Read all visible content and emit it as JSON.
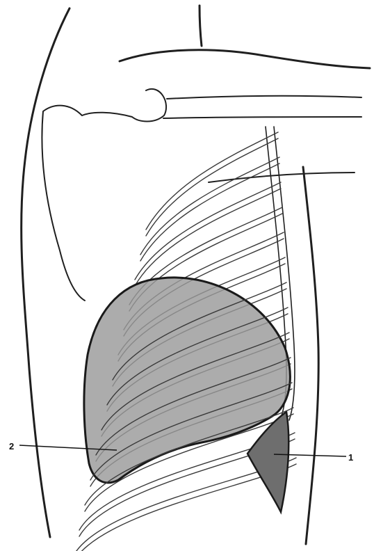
{
  "figure": {
    "labels": [
      {
        "id": "label-1",
        "text": "1"
      },
      {
        "id": "label-2",
        "text": "2"
      }
    ]
  },
  "colors": {
    "line": "#1f1f1f",
    "organ_fill": "#9a9a9a",
    "dark_fill": "#6e6e6e",
    "background": "#ffffff"
  }
}
